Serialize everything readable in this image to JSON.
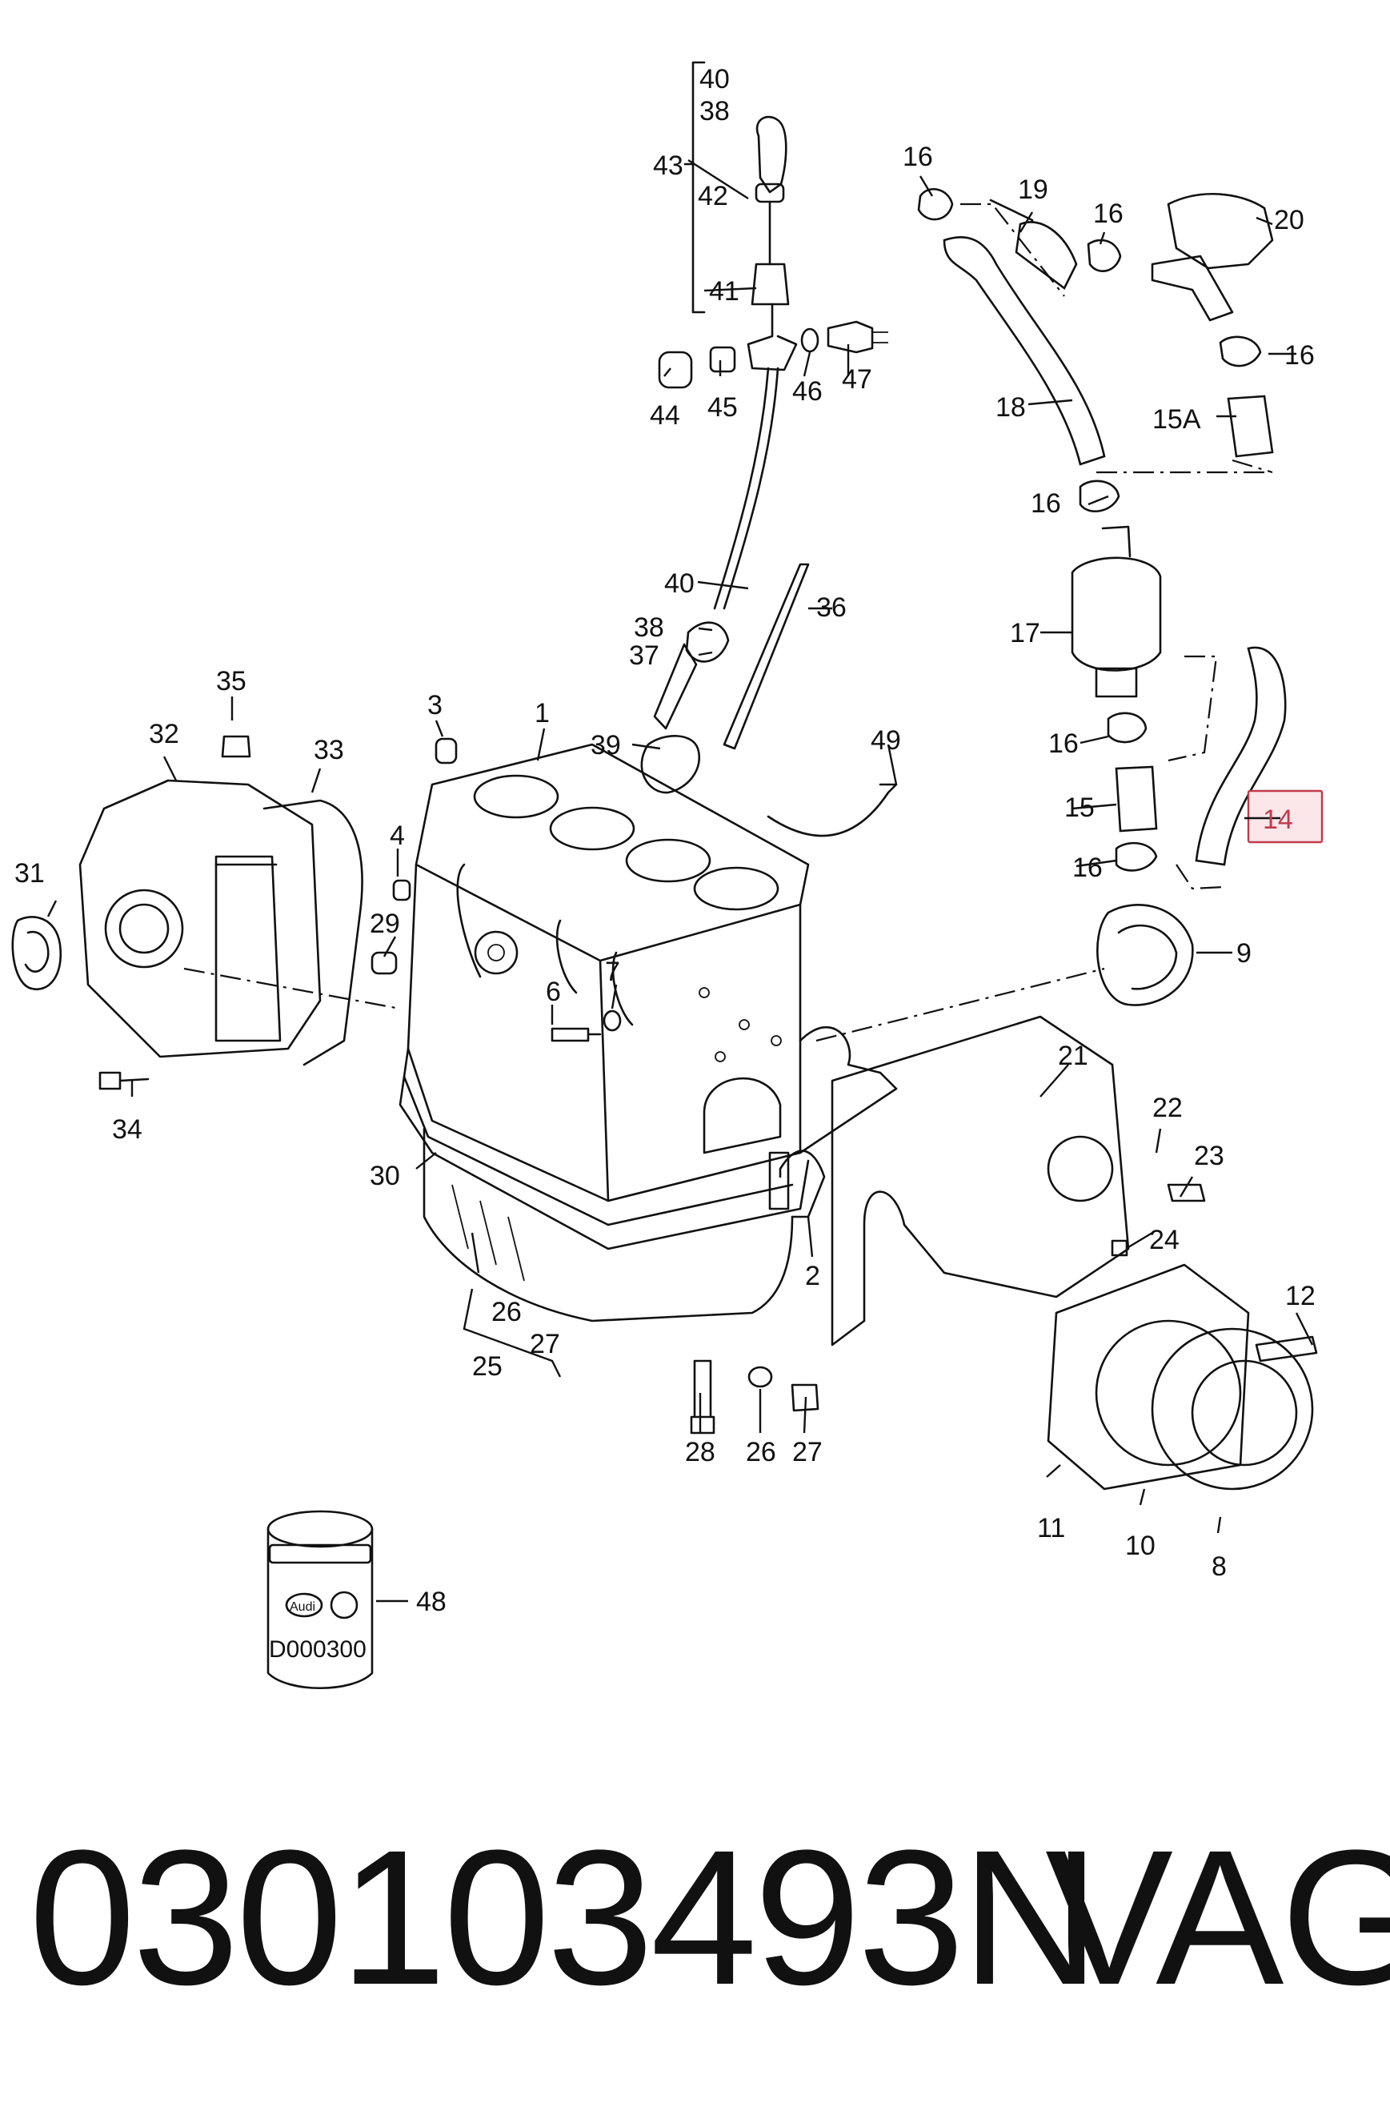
{
  "diagram": {
    "labels": [
      {
        "text": "40"
      },
      {
        "text": "38"
      },
      {
        "text": "43"
      },
      {
        "text": "42"
      },
      {
        "text": "41"
      },
      {
        "text": "44"
      },
      {
        "text": "45"
      },
      {
        "text": "46"
      },
      {
        "text": "47"
      },
      {
        "text": "40"
      },
      {
        "text": "38"
      },
      {
        "text": "37"
      },
      {
        "text": "39"
      },
      {
        "text": "36"
      },
      {
        "text": "16"
      },
      {
        "text": "19"
      },
      {
        "text": "16"
      },
      {
        "text": "20"
      },
      {
        "text": "16"
      },
      {
        "text": "18"
      },
      {
        "text": "15A"
      },
      {
        "text": "16"
      },
      {
        "text": "17"
      },
      {
        "text": "16"
      },
      {
        "text": "15"
      },
      {
        "text": "16"
      },
      {
        "text": "14"
      },
      {
        "text": "9"
      },
      {
        "text": "49"
      },
      {
        "text": "35"
      },
      {
        "text": "32"
      },
      {
        "text": "33"
      },
      {
        "text": "31"
      },
      {
        "text": "34"
      },
      {
        "text": "3"
      },
      {
        "text": "1"
      },
      {
        "text": "4"
      },
      {
        "text": "29"
      },
      {
        "text": "6"
      },
      {
        "text": "7"
      },
      {
        "text": "30"
      },
      {
        "text": "26"
      },
      {
        "text": "27"
      },
      {
        "text": "25"
      },
      {
        "text": "2"
      },
      {
        "text": "28"
      },
      {
        "text": "26"
      },
      {
        "text": "27"
      },
      {
        "text": "21"
      },
      {
        "text": "22"
      },
      {
        "text": "23"
      },
      {
        "text": "24"
      },
      {
        "text": "12"
      },
      {
        "text": "11"
      },
      {
        "text": "10"
      },
      {
        "text": "8"
      },
      {
        "text": "48"
      }
    ],
    "highlighted_label": "14",
    "highlight_color": "#c23a4a",
    "can_logo_text": "Audi",
    "can_code": "D000300"
  },
  "footer": {
    "part_number": "030103493N",
    "brand": "VAG"
  }
}
